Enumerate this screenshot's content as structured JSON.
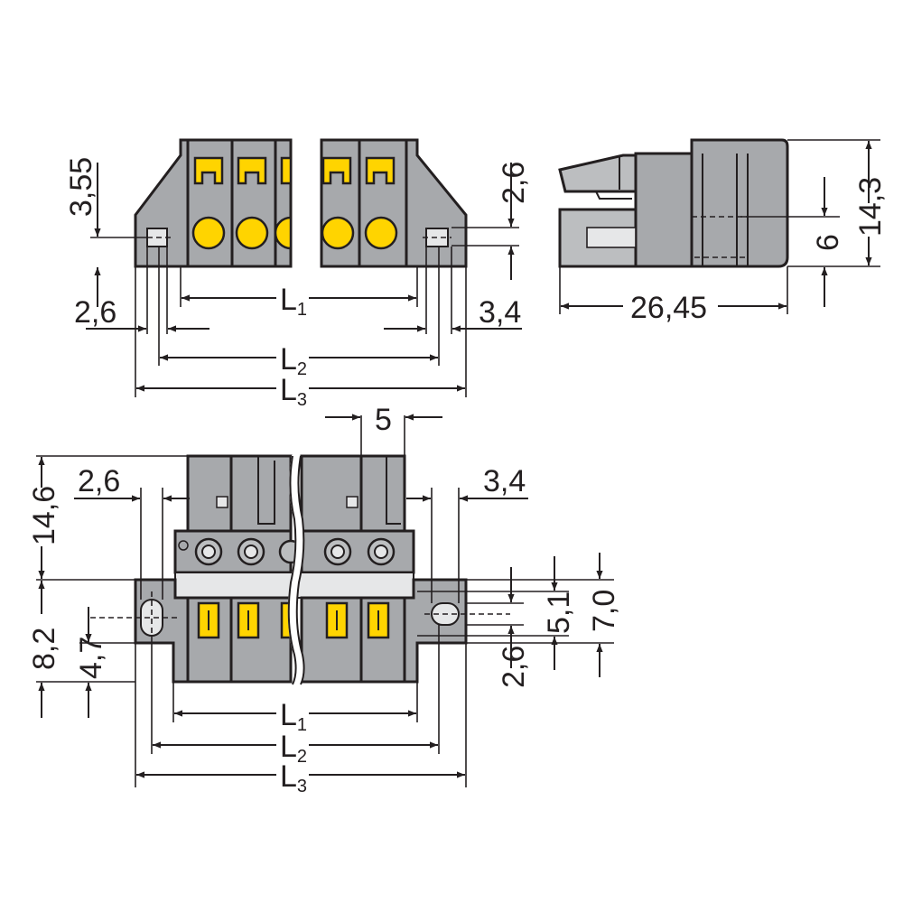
{
  "colors": {
    "housing": "#a7a9ac",
    "housing_light": "#bcbec0",
    "contact": "#ffd400",
    "line": "#231f20",
    "marking_strip": "#e6e7e8"
  },
  "top_view": {
    "dim_3_55": "3,55",
    "dim_2_6_right": "2,6",
    "dim_2_6_left": "2,6",
    "dim_3_4": "3,4",
    "L1": {
      "main": "L",
      "sub": "1"
    },
    "L2": {
      "main": "L",
      "sub": "2"
    },
    "L3": {
      "main": "L",
      "sub": "3"
    }
  },
  "side_view": {
    "dim_14_3": "14,3",
    "dim_6": "6",
    "dim_26_45": "26,45"
  },
  "front_view": {
    "dim_5": "5",
    "dim_2_6": "2,6",
    "dim_3_4": "3,4",
    "dim_14_6": "14,6",
    "dim_8_2": "8,2",
    "dim_4_7": "4,7",
    "dim_5_1": "5,1",
    "dim_7_0": "7,0",
    "dim_2_6_right": "2,6",
    "L1": {
      "main": "L",
      "sub": "1"
    },
    "L2": {
      "main": "L",
      "sub": "2"
    },
    "L3": {
      "main": "L",
      "sub": "3"
    }
  }
}
